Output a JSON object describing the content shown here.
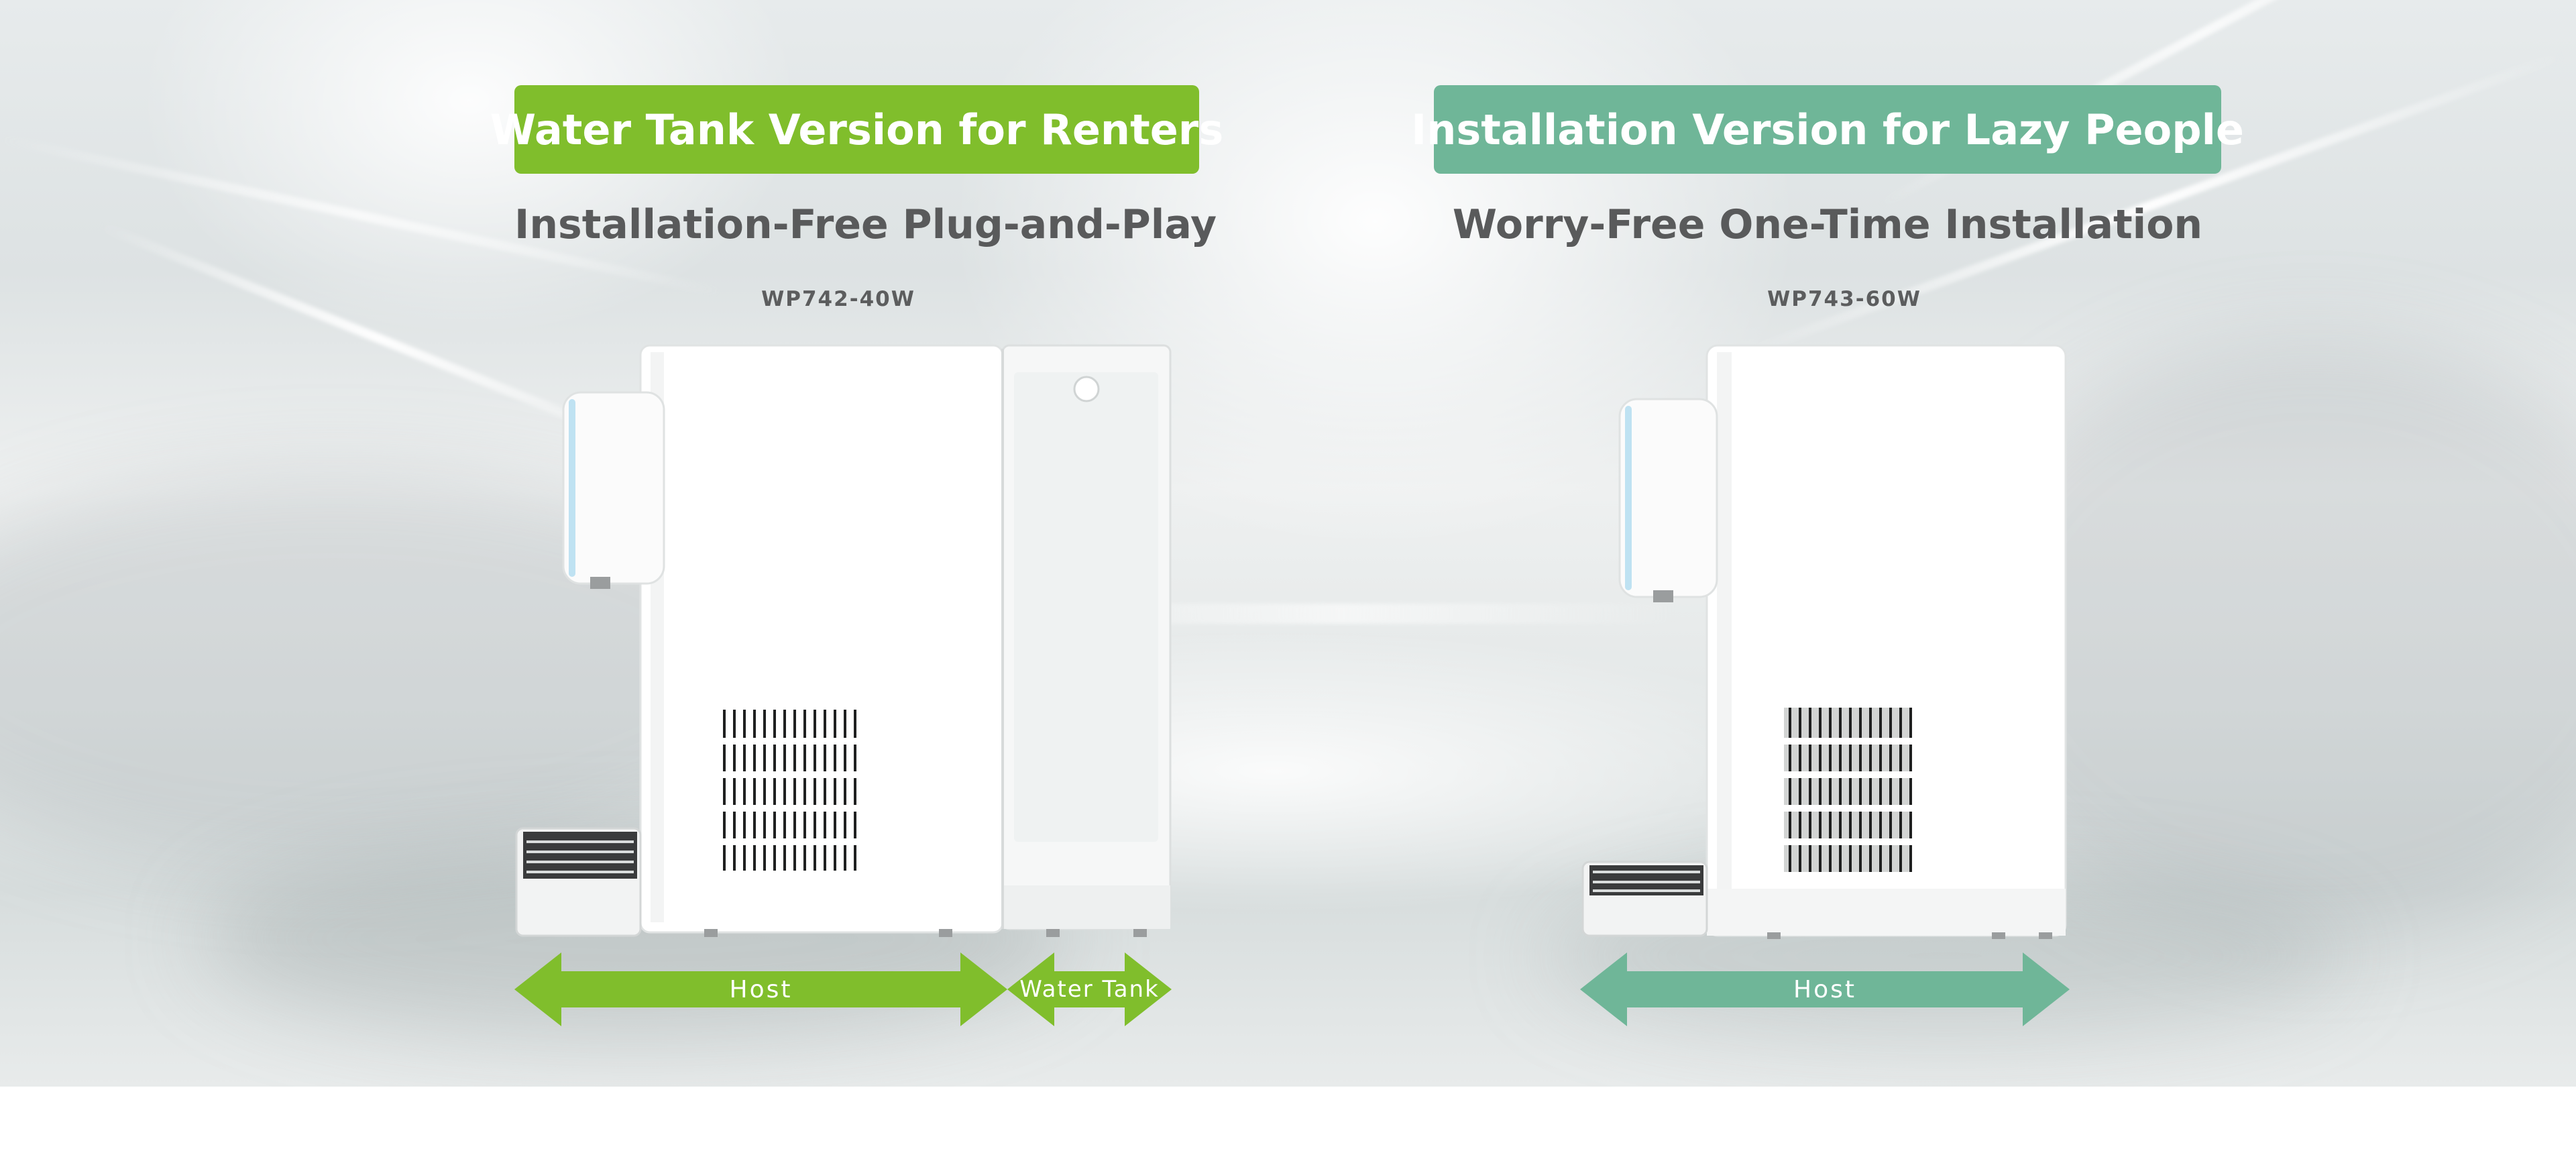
{
  "left": {
    "badge": "Water Tank Version for Renters",
    "subtitle": "Installation-Free Plug-and-Play",
    "model": "WP742-40W",
    "arrow_host": "Host",
    "arrow_tank": "Water Tank",
    "badge_color": "#80be2c"
  },
  "right": {
    "badge": "Installation Version for Lazy People",
    "subtitle": "Worry-Free One-Time Installation",
    "model": "WP743-60W",
    "arrow_host": "Host",
    "badge_color": "#6fb698"
  }
}
